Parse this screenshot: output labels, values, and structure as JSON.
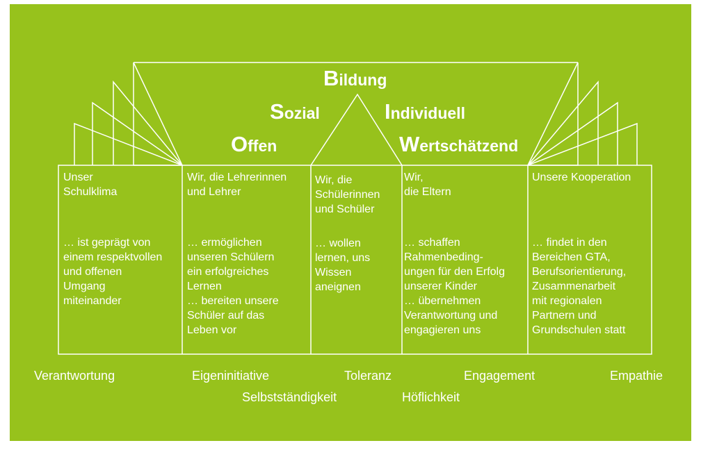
{
  "values_top": [
    {
      "cap": "B",
      "rest": "ildung"
    },
    {
      "cap": "S",
      "rest": "ozial"
    },
    {
      "cap": "I",
      "rest": "ndividuell"
    },
    {
      "cap": "O",
      "rest": "ffen"
    },
    {
      "cap": "W",
      "rest": "ertschätzend"
    }
  ],
  "columns": [
    {
      "heading": "Unser\nSchulklima",
      "body": "… ist geprägt von\neinem respektvollen\nund offenen\nUmgang\nmiteinander"
    },
    {
      "heading": "Wir, die Lehrerinnen\nund Lehrer",
      "body": "… ermöglichen\nunseren Schülern\nein erfolgreiches\nLernen\n… bereiten unsere\nSchüler auf das\nLeben vor"
    },
    {
      "heading": "Wir, die\nSchülerinnen\nund Schüler",
      "body": "… wollen\nlernen, uns\nWissen\naneignen"
    },
    {
      "heading": "Wir,\ndie Eltern",
      "body": "… schaffen\nRahmenbeding-\nungen für den Erfolg\nunserer Kinder\n… übernehmen\nVerantwortung und\nengagieren uns"
    },
    {
      "heading": "Unsere Kooperation",
      "body": "… findet in den\nBereichen GTA,\nBerufsorientierung,\nZusammenarbeit\nmit regionalen\nPartnern und\nGrundschulen statt"
    }
  ],
  "bottom_values": [
    "Verantwortung",
    "Eigeninitiative",
    "Toleranz",
    "Engagement",
    "Empathie",
    "Selbstständigkeit",
    "Höflichkeit"
  ],
  "colors": {
    "background": "#97c21c",
    "foreground": "#ffffff"
  }
}
